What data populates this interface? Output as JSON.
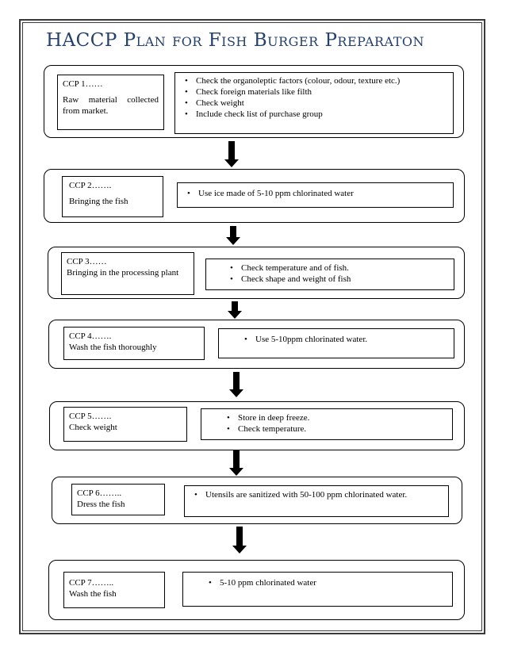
{
  "title": "HACCP Plan for Fish Burger Preparaton",
  "steps": [
    {
      "ccp_label": "CCP 1……",
      "ccp_desc": "Raw material collected from market.",
      "actions": [
        "Check the organoleptic factors (colour, odour, texture etc.)",
        "Check foreign materials like filth",
        "Check weight",
        "Include check list of purchase group"
      ]
    },
    {
      "ccp_label": "CCP 2…….",
      "ccp_desc": "Bringing the fish",
      "actions": [
        "Use ice made of 5-10 ppm chlorinated water"
      ]
    },
    {
      "ccp_label": "CCP 3……",
      "ccp_desc": "Bringing in the processing plant",
      "actions": [
        "Check temperature and of fish.",
        "Check shape and weight of fish"
      ]
    },
    {
      "ccp_label": "CCP 4…….",
      "ccp_desc": "Wash the fish thoroughly",
      "actions": [
        "Use 5-10ppm chlorinated water."
      ]
    },
    {
      "ccp_label": "CCP 5…….",
      "ccp_desc": "Check weight",
      "actions": [
        "Store in deep freeze.",
        "Check temperature."
      ]
    },
    {
      "ccp_label": "CCP 6……..",
      "ccp_desc": "Dress the fish",
      "actions": [
        "Utensils are sanitized with 50-100 ppm chlorinated water."
      ]
    },
    {
      "ccp_label": "CCP 7……..",
      "ccp_desc": "Wash the fish",
      "actions": [
        "5-10 ppm chlorinated water"
      ]
    }
  ]
}
